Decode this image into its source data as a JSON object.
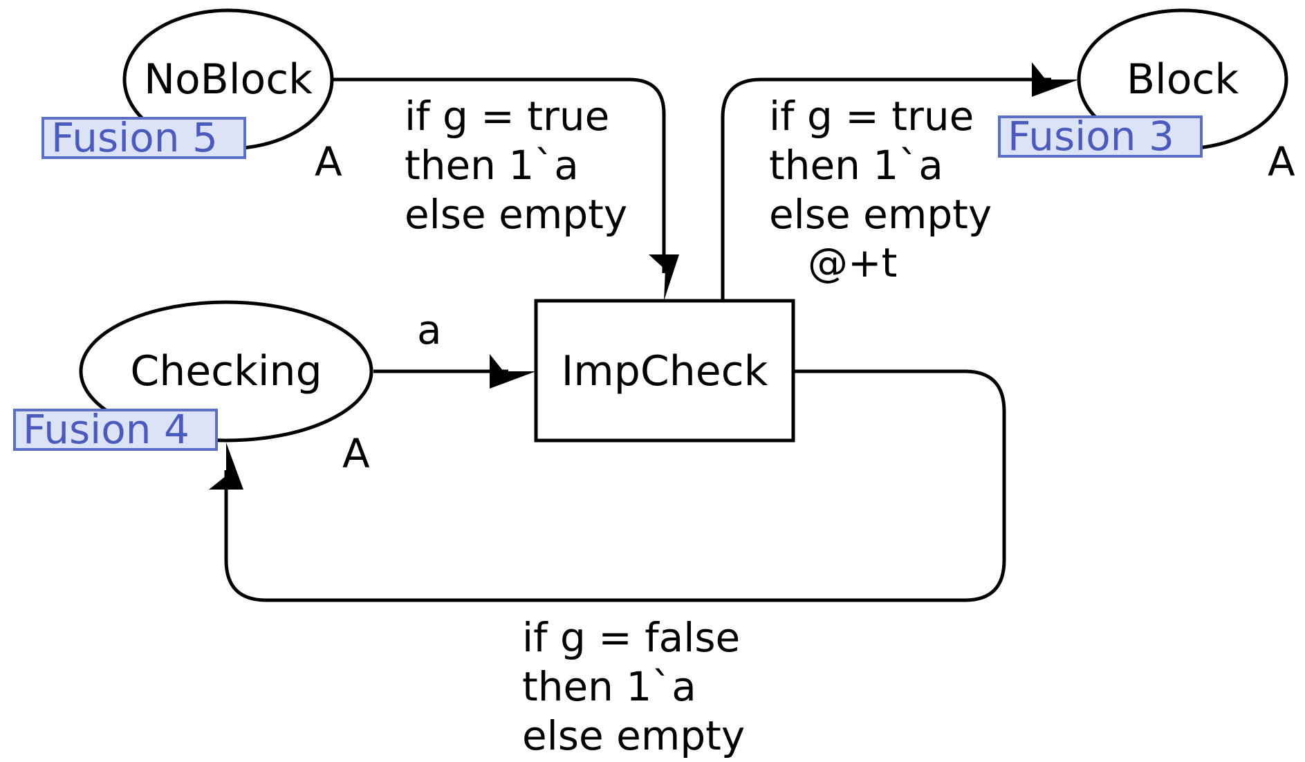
{
  "places": {
    "noblock": {
      "name": "NoBlock",
      "colorset": "A",
      "fusion": "Fusion 5"
    },
    "block": {
      "name": "Block",
      "colorset": "A",
      "fusion": "Fusion 3"
    },
    "checking": {
      "name": "Checking",
      "colorset": "A",
      "fusion": "Fusion 4"
    }
  },
  "transition": {
    "name": "ImpCheck"
  },
  "arcs": {
    "noblock_to_impcheck": {
      "lines": [
        "if g = true",
        "then 1`a",
        "else empty"
      ]
    },
    "impcheck_to_block": {
      "lines": [
        "if g = true",
        "then 1`a",
        "else empty",
        "@+t"
      ]
    },
    "checking_to_impcheck": {
      "lines": [
        "a"
      ]
    },
    "impcheck_to_checking": {
      "lines": [
        "if g = false",
        "then 1`a",
        "else empty"
      ]
    }
  },
  "colors": {
    "fusion_fill": "#dde3f7",
    "fusion_border": "#5b6ec8",
    "fusion_text": "#4a5bbd",
    "ink": "#000000"
  }
}
